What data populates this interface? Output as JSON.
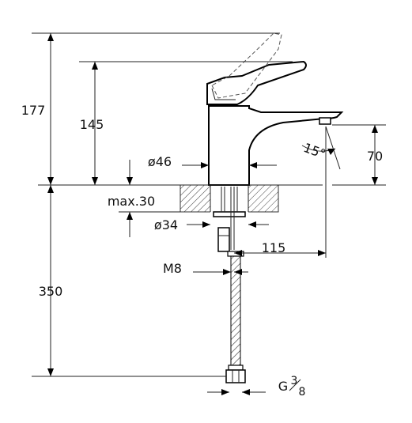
{
  "dimensions": {
    "total_height": "177",
    "spout_height": "145",
    "body_diameter": "ø46",
    "max_thickness": "max.30",
    "hole_diameter": "ø34",
    "spout_reach": "115",
    "thread": "M8",
    "connection_base": "G",
    "connection_num": "3",
    "connection_den": "8",
    "hose_length": "350",
    "outlet_height": "70",
    "angle": "15°"
  }
}
